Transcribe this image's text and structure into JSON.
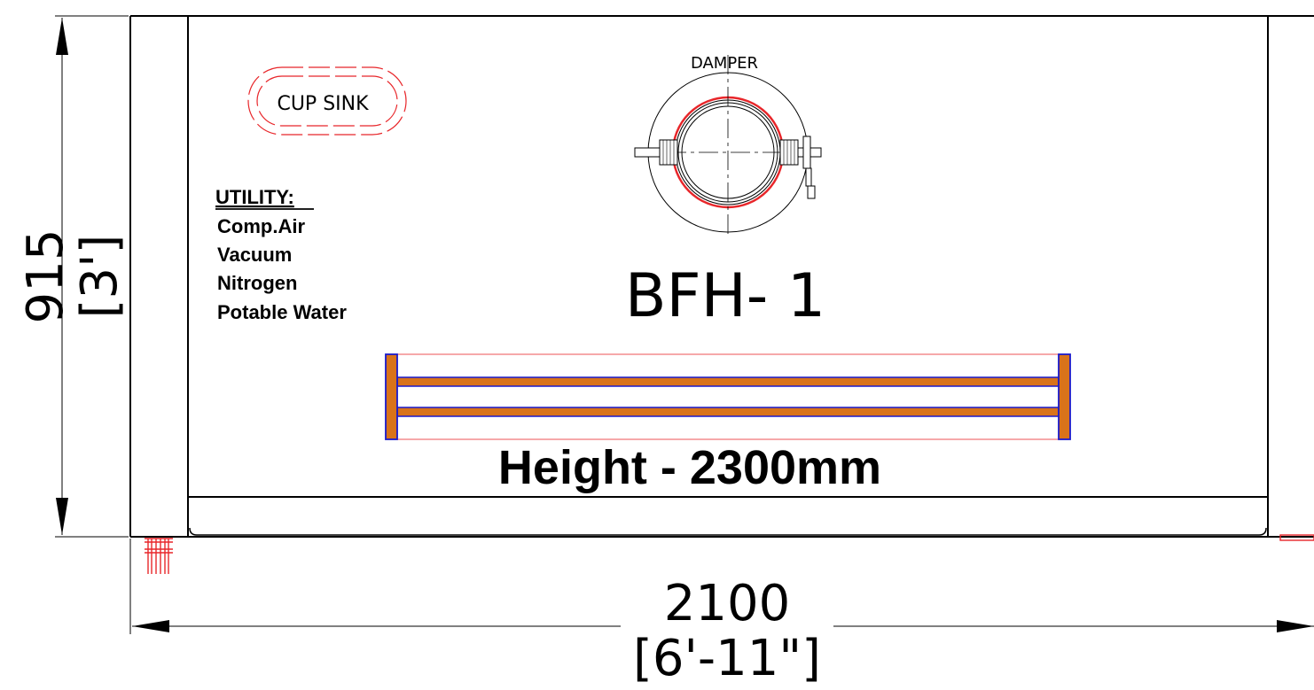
{
  "dimensions": {
    "vertical": {
      "mm": "915",
      "imperial": "[3']"
    },
    "horizontal": {
      "mm": "2100",
      "imperial": "[6'-11\"]"
    }
  },
  "labels": {
    "cup_sink": "CUP SINK",
    "damper": "DAMPER",
    "hood_id": "BFH- 1",
    "height": "Height - 2300mm"
  },
  "utility": {
    "title": "UTILITY:",
    "items": [
      "Comp.Air",
      "Vacuum",
      "Nitrogen",
      "Potable Water"
    ]
  },
  "colors": {
    "line": "#000000",
    "red": "#e8262a",
    "blue": "#1a1acc",
    "orange": "#d9731a"
  }
}
